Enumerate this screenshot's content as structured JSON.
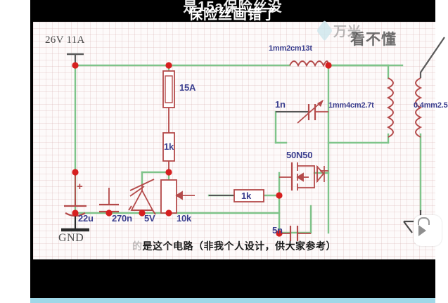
{
  "overlay": {
    "top_line1": "是15a保险丝没",
    "top_line2": "保险丝画错了",
    "watermark_text": "万米",
    "watermark_text2": "看不懂",
    "watermark_icon": "diamond-icon",
    "caption_ghost": "的",
    "caption": "是这个电路（非我个人设计，供大家参考）"
  },
  "ui": {
    "play_button_icon": "play-icon"
  },
  "schematic": {
    "source_label": "26V 11A",
    "ground_label": "GND",
    "components": {
      "fuse": "15A",
      "r_bias": "1k",
      "c_bulk": "22u",
      "c_film": "270n",
      "zener": "5V",
      "pot": "10k",
      "r_gate": "1k",
      "c_gate": "5n",
      "mosfet": "50N50",
      "c_tune": "1n",
      "inductor": "1mm2cm13t",
      "primary": "1mm4cm2.7t",
      "secondary": "0.4mm2.5"
    },
    "colors": {
      "wire": "#7ec48a",
      "component": "#b44a4a",
      "node": "#d61f1f",
      "text": "#3b3f8f",
      "grid": "#d6b0b0",
      "background": "#fdfafa"
    }
  }
}
